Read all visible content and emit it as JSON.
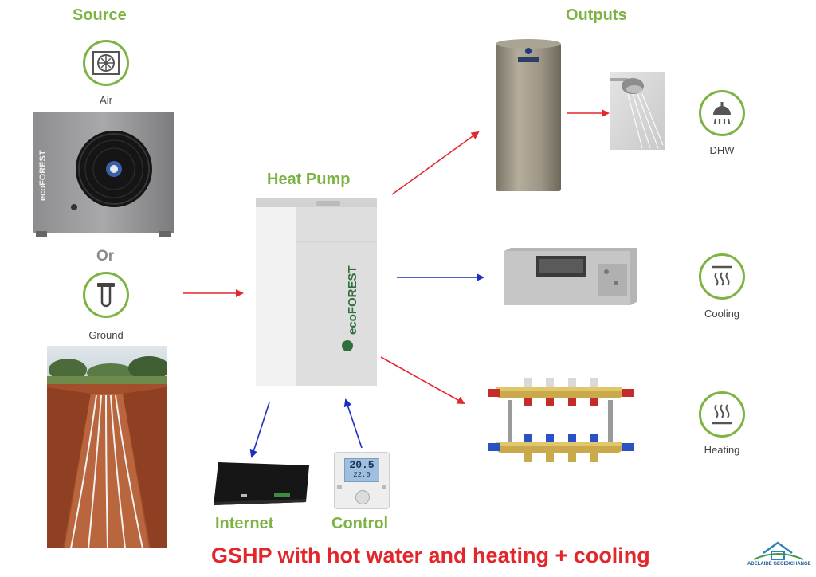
{
  "source": {
    "title": "Source",
    "air_label": "Air",
    "or_label": "Or",
    "ground_label": "Ground"
  },
  "heat_pump": {
    "title": "Heat Pump",
    "brand": "ecoFOREST"
  },
  "outputs": {
    "title": "Outputs",
    "dhw_label": "DHW",
    "cooling_label": "Cooling",
    "heating_label": "Heating"
  },
  "bottom": {
    "internet_label": "Internet",
    "control_label": "Control"
  },
  "caption": "GSHP with hot water and heating + cooling",
  "thermostat": {
    "line1": "20.5",
    "line2": "22.0"
  },
  "logo": {
    "text": "ADELAIDE GEOEXCHANGE"
  },
  "colors": {
    "accent_green": "#7cb342",
    "caption_red": "#e3262c",
    "arrow_red": "#e3262c",
    "arrow_blue": "#1a2fbf"
  }
}
